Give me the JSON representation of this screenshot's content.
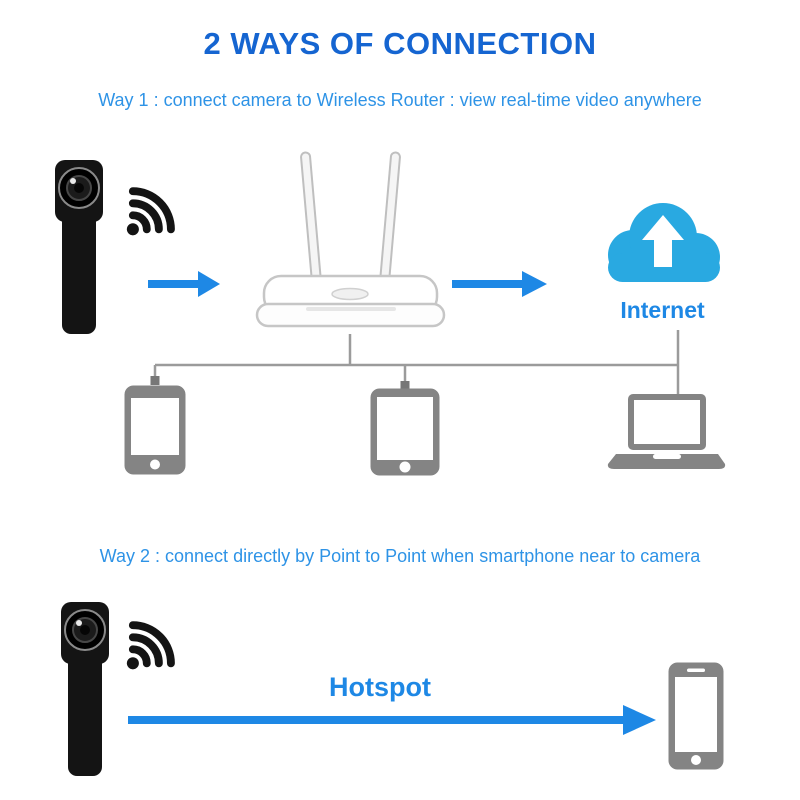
{
  "title": "2 WAYS OF CONNECTION",
  "way1": {
    "heading": "Way 1 : connect camera to Wireless Router :  view real-time video anywhere",
    "internet_label": "Internet",
    "icons": [
      "mini-camera",
      "wifi-signal",
      "arrow-right",
      "wireless-router",
      "arrow-right",
      "internet-cloud-upload",
      "smartphone",
      "tablet",
      "laptop"
    ]
  },
  "way2": {
    "heading": "Way 2 : connect directly by Point to Point when smartphone near to camera",
    "hotspot_label": "Hotspot",
    "icons": [
      "mini-camera",
      "wifi-signal",
      "hotspot-arrow",
      "smartphone"
    ]
  },
  "colors": {
    "title_blue": "#1565d1",
    "text_blue": "#2e93e6",
    "accent_blue": "#1e88e5",
    "cloud_blue": "#29a9e1",
    "device_gray": "#848484",
    "line_gray": "#9b9b9b",
    "camera_black": "#141414"
  }
}
